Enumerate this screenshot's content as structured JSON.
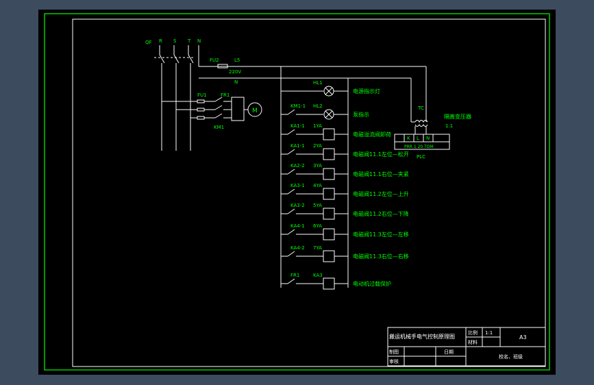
{
  "colors": {
    "background": "#3d4b5e",
    "sheet": "#000000",
    "border": "#00ff00",
    "wire": "#ffffff",
    "text": "#00ff00"
  },
  "power": {
    "phases": [
      "QF",
      "R",
      "S",
      "T",
      "N"
    ],
    "fuse": "FU2",
    "wire_label": "L5",
    "voltage": "220V",
    "neutral": "N",
    "motor_fuse": "FU1",
    "thermal": "FR1",
    "contactor": "KM1",
    "motor": "M"
  },
  "transformer": {
    "tag": "TC",
    "title": "隔离变压器",
    "ratio": "1:1"
  },
  "plc": {
    "name": "PLC",
    "terminals": [
      "K",
      "L",
      "N"
    ],
    "ports": "PRR 1 20 TOM"
  },
  "rungs": [
    {
      "contact": "",
      "coil": "HL1",
      "label": "电源指示灯",
      "lamp": true
    },
    {
      "contact": "KM1-1",
      "coil": "HL2",
      "label": "泵指示",
      "lamp": true
    },
    {
      "contact": "KA1-1",
      "coil": "1YA",
      "label": "电磁溢流阀卸荷",
      "lamp": false
    },
    {
      "contact": "KA1-1",
      "coil": "2YA",
      "label": "电磁阀11.1左位—松开",
      "lamp": false
    },
    {
      "contact": "KA2-2",
      "coil": "3YA",
      "label": "电磁阀11.1右位—夹紧",
      "lamp": false
    },
    {
      "contact": "KA3-1",
      "coil": "4YA",
      "label": "电磁阀11.2左位—上升",
      "lamp": false
    },
    {
      "contact": "KA3-2",
      "coil": "5YA",
      "label": "电磁阀11.2右位—下降",
      "lamp": false
    },
    {
      "contact": "KA4-1",
      "coil": "6YA",
      "label": "电磁阀11.3左位—左移",
      "lamp": false
    },
    {
      "contact": "KA4-2",
      "coil": "7YA",
      "label": "电磁阀11.3右位—右移",
      "lamp": false
    },
    {
      "contact": "FR1",
      "coil": "KA3",
      "label": "电动机过载保护",
      "lamp": false
    }
  ],
  "title_block": {
    "title": "搬运机械手电气控制原理图",
    "scale_label": "比例",
    "scale": "1:1",
    "material_label": "材料",
    "sheet_size": "A3",
    "drawn_label": "制图",
    "checked_label": "审核",
    "date_label": "日期",
    "school": "校名、班级"
  }
}
